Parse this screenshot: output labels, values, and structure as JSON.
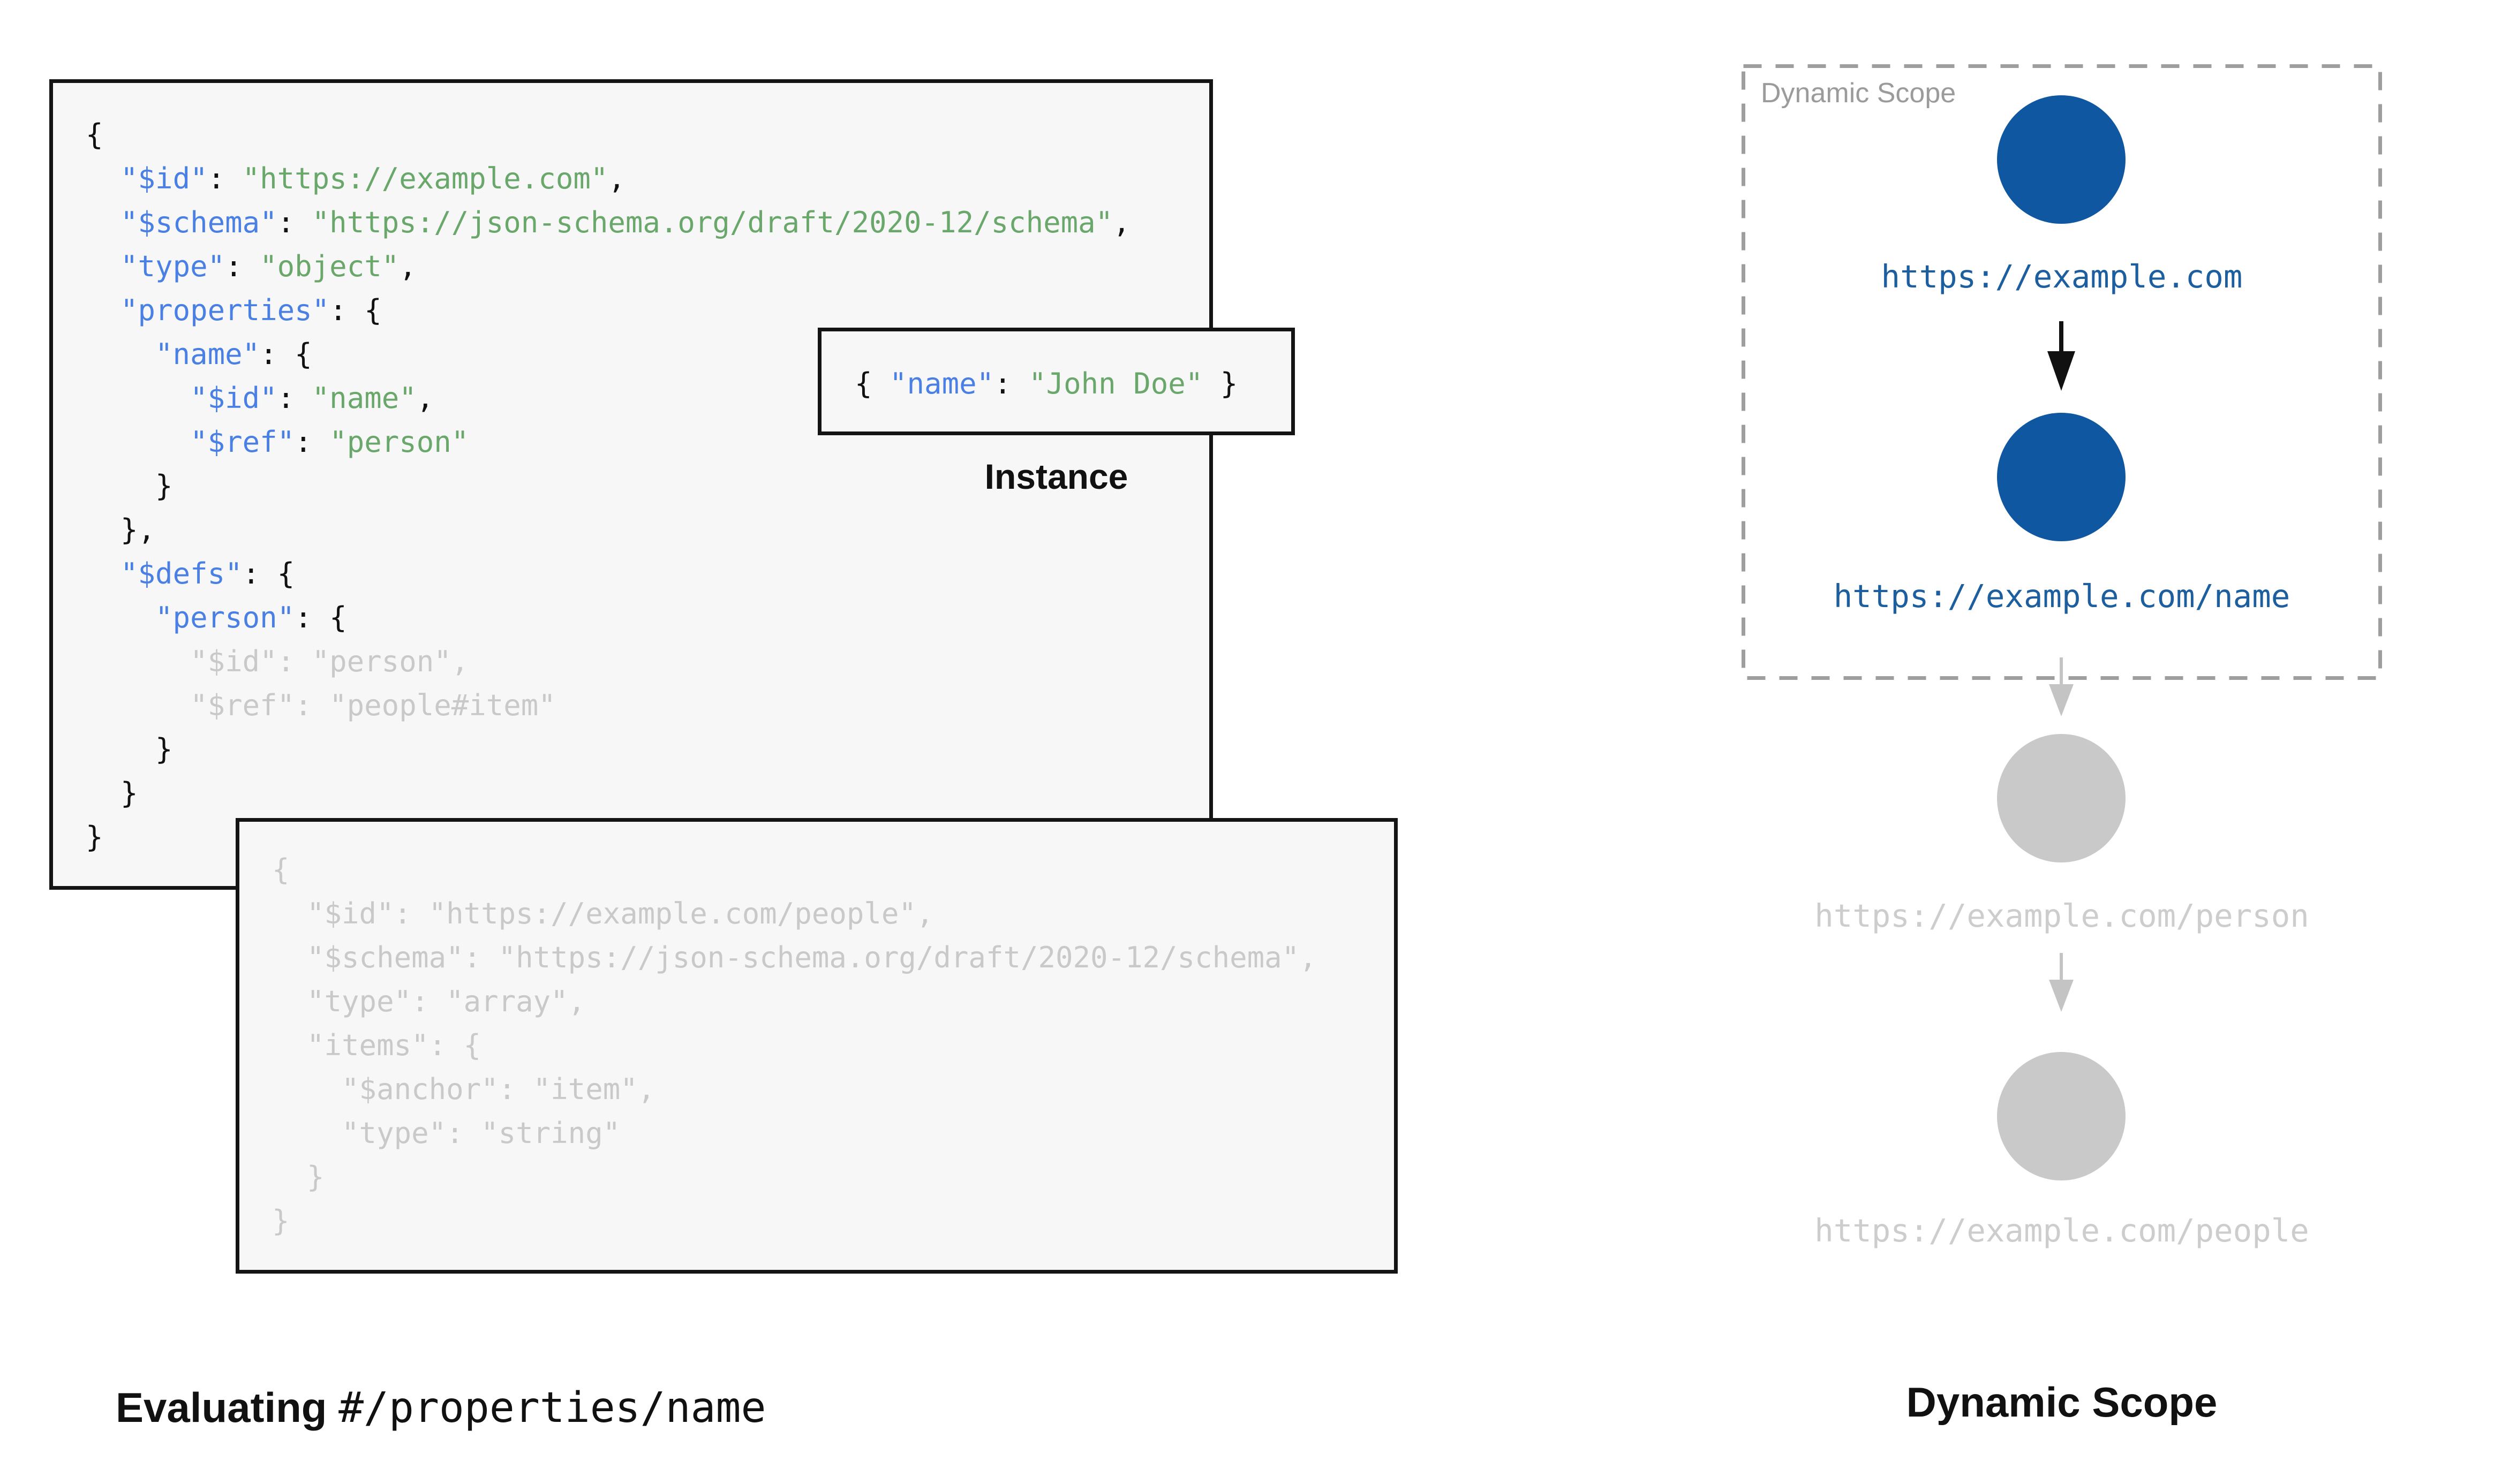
{
  "colors": {
    "key": "#4a80e4",
    "str": "#6aa76b",
    "plain": "#111111",
    "dim": "#c9c9c9",
    "box_bg": "#f7f7f8",
    "box_border": "#141414",
    "node_active": "#0f57a0",
    "node_inactive": "#c9c9c9",
    "url_active": "#1d5e9f",
    "url_inactive": "#cdcdcd",
    "arrow_black": "#111111",
    "arrow_gray": "#c4c4c4",
    "dash_border": "#9e9e9e",
    "scope_label": "#9b9b9b"
  },
  "left": {
    "schema_main": {
      "lines": [
        [
          {
            "t": "{",
            "c": "plain"
          }
        ],
        [
          {
            "t": "  ",
            "c": "plain"
          },
          {
            "t": "\"$id\"",
            "c": "key"
          },
          {
            "t": ": ",
            "c": "plain"
          },
          {
            "t": "\"https://example.com\"",
            "c": "str"
          },
          {
            "t": ",",
            "c": "plain"
          }
        ],
        [
          {
            "t": "  ",
            "c": "plain"
          },
          {
            "t": "\"$schema\"",
            "c": "key"
          },
          {
            "t": ": ",
            "c": "plain"
          },
          {
            "t": "\"https://json-schema.org/draft/2020-12/schema\"",
            "c": "str"
          },
          {
            "t": ",",
            "c": "plain"
          }
        ],
        [
          {
            "t": "  ",
            "c": "plain"
          },
          {
            "t": "\"type\"",
            "c": "key"
          },
          {
            "t": ": ",
            "c": "plain"
          },
          {
            "t": "\"object\"",
            "c": "str"
          },
          {
            "t": ",",
            "c": "plain"
          }
        ],
        [
          {
            "t": "  ",
            "c": "plain"
          },
          {
            "t": "\"properties\"",
            "c": "key"
          },
          {
            "t": ": {",
            "c": "plain"
          }
        ],
        [
          {
            "t": "    ",
            "c": "plain"
          },
          {
            "t": "\"name\"",
            "c": "key"
          },
          {
            "t": ": {",
            "c": "plain"
          }
        ],
        [
          {
            "t": "      ",
            "c": "plain"
          },
          {
            "t": "\"$id\"",
            "c": "key"
          },
          {
            "t": ": ",
            "c": "plain"
          },
          {
            "t": "\"name\"",
            "c": "str"
          },
          {
            "t": ",",
            "c": "plain"
          }
        ],
        [
          {
            "t": "      ",
            "c": "plain"
          },
          {
            "t": "\"$ref\"",
            "c": "key"
          },
          {
            "t": ": ",
            "c": "plain"
          },
          {
            "t": "\"person\"",
            "c": "str"
          }
        ],
        [
          {
            "t": "    }",
            "c": "plain"
          }
        ],
        [
          {
            "t": "  },",
            "c": "plain"
          }
        ],
        [
          {
            "t": "  ",
            "c": "plain"
          },
          {
            "t": "\"$defs\"",
            "c": "key"
          },
          {
            "t": ": {",
            "c": "plain"
          }
        ],
        [
          {
            "t": "    ",
            "c": "plain"
          },
          {
            "t": "\"person\"",
            "c": "key"
          },
          {
            "t": ": {",
            "c": "plain"
          }
        ],
        [
          {
            "t": "      \"$id\": \"person\",",
            "c": "dim"
          }
        ],
        [
          {
            "t": "      \"$ref\": \"people#item\"",
            "c": "dim"
          }
        ],
        [
          {
            "t": "    }",
            "c": "plain"
          }
        ],
        [
          {
            "t": "  }",
            "c": "plain"
          }
        ],
        [
          {
            "t": "}",
            "c": "plain"
          }
        ]
      ]
    },
    "instance": {
      "lines": [
        [
          {
            "t": "{ ",
            "c": "plain"
          },
          {
            "t": "\"name\"",
            "c": "key"
          },
          {
            "t": ": ",
            "c": "plain"
          },
          {
            "t": "\"John Doe\"",
            "c": "str"
          },
          {
            "t": " }",
            "c": "plain"
          }
        ]
      ],
      "label": "Instance"
    },
    "schema_people": {
      "lines": [
        [
          {
            "t": "{",
            "c": "dim"
          }
        ],
        [
          {
            "t": "  \"$id\": \"https://example.com/people\",",
            "c": "dim"
          }
        ],
        [
          {
            "t": "  \"$schema\": \"https://json-schema.org/draft/2020-12/schema\",",
            "c": "dim"
          }
        ],
        [
          {
            "t": "  \"type\": \"array\",",
            "c": "dim"
          }
        ],
        [
          {
            "t": "  \"items\": {",
            "c": "dim"
          }
        ],
        [
          {
            "t": "    \"$anchor\": \"item\",",
            "c": "dim"
          }
        ],
        [
          {
            "t": "    \"type\": \"string\"",
            "c": "dim"
          }
        ],
        [
          {
            "t": "  }",
            "c": "dim"
          }
        ],
        [
          {
            "t": "}",
            "c": "dim"
          }
        ]
      ]
    },
    "caption": {
      "bold": "Evaluating ",
      "mono": "#/properties/name"
    }
  },
  "right": {
    "scope_label": "Dynamic Scope",
    "nodes": [
      {
        "url": "https://example.com",
        "in_scope": true
      },
      {
        "url": "https://example.com/name",
        "in_scope": true
      },
      {
        "url": "https://example.com/person",
        "in_scope": false
      },
      {
        "url": "https://example.com/people",
        "in_scope": false
      }
    ],
    "caption": "Dynamic Scope"
  }
}
